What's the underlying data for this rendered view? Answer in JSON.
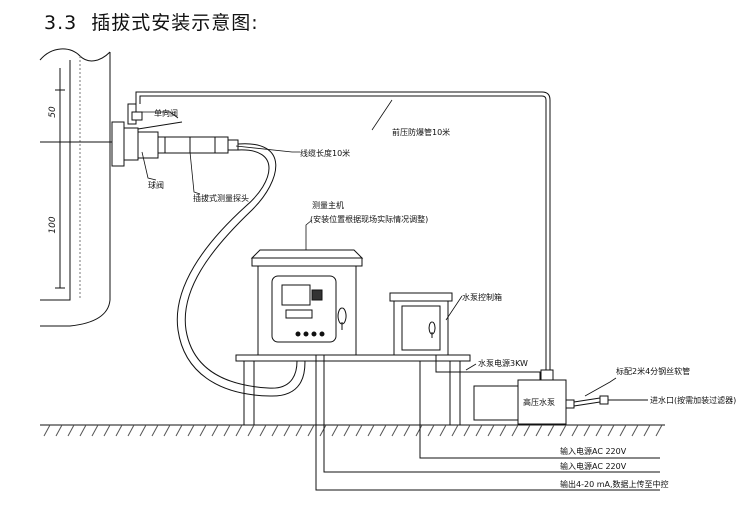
{
  "heading": {
    "number": "3.3",
    "title": "插拔式安装示意图:"
  },
  "dimensions": {
    "upper": "50",
    "lower": "100"
  },
  "labels": {
    "check_valve": "单向阀",
    "ball_valve": "球阀",
    "probe": "插拔式测量探头",
    "cable": "线缆长度10米",
    "pressure_hose": "前压防爆管10米",
    "host_title": "测量主机",
    "host_note": "(安装位置根据现场实际情况调整)",
    "pump_box": "水泵控制箱",
    "pump_power": "水泵电源3KW",
    "hp_pump": "高压水泵",
    "hose_spec": "标配2米4分钢丝软管",
    "inlet": "进水口(按需加装过滤器)",
    "power_in_1": "输入电源AC 220V",
    "power_in_2": "输入电源AC 220V",
    "signal_out": "输出4-20 mA,数据上传至中控"
  }
}
